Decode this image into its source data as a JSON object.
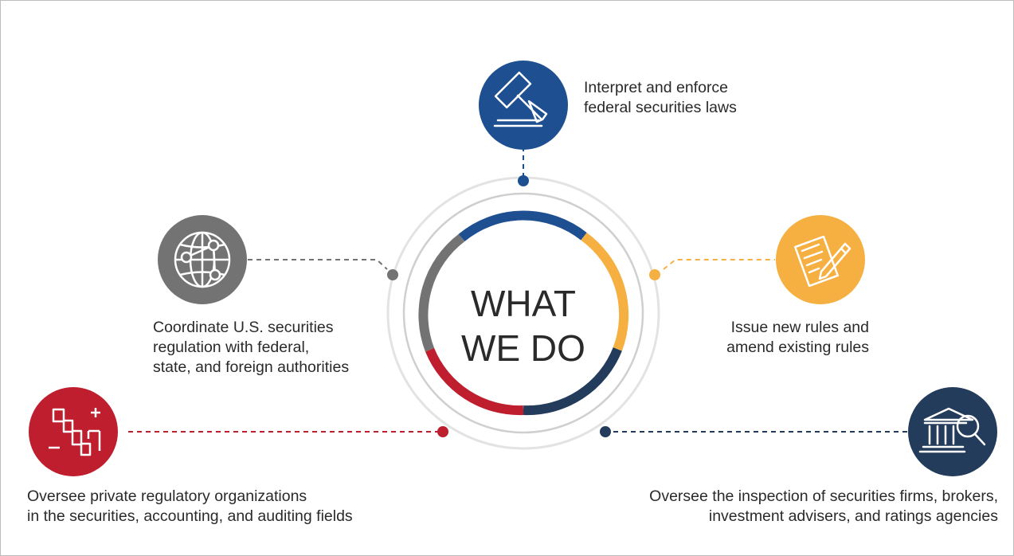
{
  "center": {
    "line1": "WHAT",
    "line2": "WE DO"
  },
  "items": [
    {
      "id": "enforce",
      "icon": "gavel-icon",
      "color": "#1d4f91",
      "text": "Interpret and enforce\nfederal securities laws"
    },
    {
      "id": "rules",
      "icon": "document-pen-icon",
      "color": "#f6b041",
      "text": "Issue new rules and\namend existing rules"
    },
    {
      "id": "inspection",
      "icon": "bank-magnifier-icon",
      "color": "#243c5c",
      "text": "Oversee the inspection of securities firms, brokers,\ninvestment advisers, and ratings agencies"
    },
    {
      "id": "oversee",
      "icon": "chart-plus-minus-icon",
      "color": "#be1e2d",
      "text": "Oversee private regulatory organizations\nin the securities, accounting, and auditing fields"
    },
    {
      "id": "coordinate",
      "icon": "globe-network-icon",
      "color": "#737373",
      "text": "Coordinate U.S. securities\nregulation with federal,\nstate, and foreign authorities"
    }
  ],
  "ring_colors": {
    "blue": "#1d4f91",
    "yellow": "#f6b041",
    "navy": "#243c5c",
    "red": "#be1e2d",
    "gray": "#737373",
    "outer_ring": "#d9d9d9"
  }
}
